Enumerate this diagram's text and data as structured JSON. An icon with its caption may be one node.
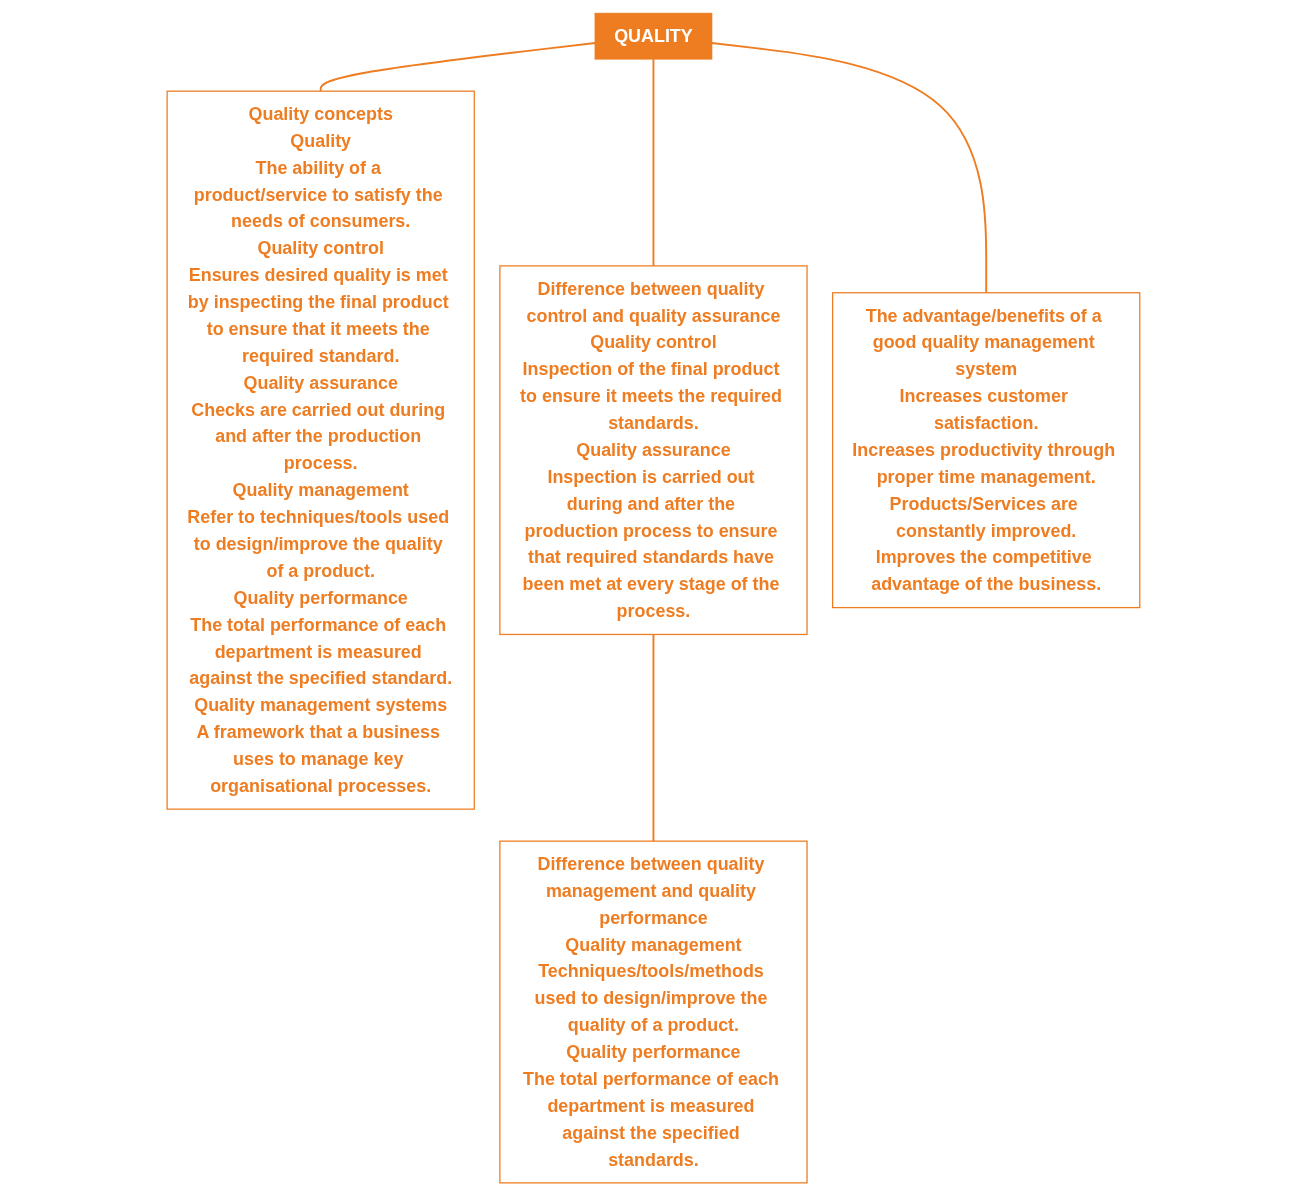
{
  "diagram": {
    "nodes": [
      {
        "text": [
          "QUALITY"
        ]
      },
      {
        "text": [
          "Quality concepts",
          "Quality",
          "The ability of a product/service to satisfy the needs of consumers.",
          "Quality control",
          "Ensures desired quality is met by inspecting the final product to ensure that it meets the required standard.",
          "Quality assurance",
          "Checks are carried out during and after the production process.",
          "Quality management",
          "Refer to techniques/tools used to design/improve the quality of a product.",
          "Quality performance",
          "The total performance of each department is measured against the specified standard.",
          "Quality management systems",
          "A framework that a business uses to manage key organisational processes."
        ]
      },
      {
        "text": [
          "Difference between quality control and quality assurance",
          "Quality control",
          "Inspection of the final product to ensure it meets the required standards.",
          "Quality assurance",
          "Inspection is carried out during and after the production process to ensure that required standards have been met at every stage of the process."
        ]
      },
      {
        "text": [
          "Difference between quality management and quality performance",
          "Quality management",
          "Techniques/tools/methods used to design/improve the quality of a product.",
          "Quality performance",
          "The total performance of each department is measured against the specified standards."
        ]
      },
      {
        "text": [
          "The advantage/benefits of a good quality management system",
          "Increases customer satisfaction.",
          "Increases productivity through proper time management.",
          "Products/Services are constantly improved.",
          "Improves the competitive advantage of the business."
        ]
      }
    ],
    "edges": [
      {
        "from": 0,
        "to": 1,
        "arrow": "none"
      },
      {
        "from": 0,
        "to": 2,
        "arrow": "none"
      },
      {
        "from": 2,
        "to": 3,
        "arrow": "none"
      },
      {
        "from": 0,
        "to": 4,
        "arrow": "none"
      }
    ]
  }
}
